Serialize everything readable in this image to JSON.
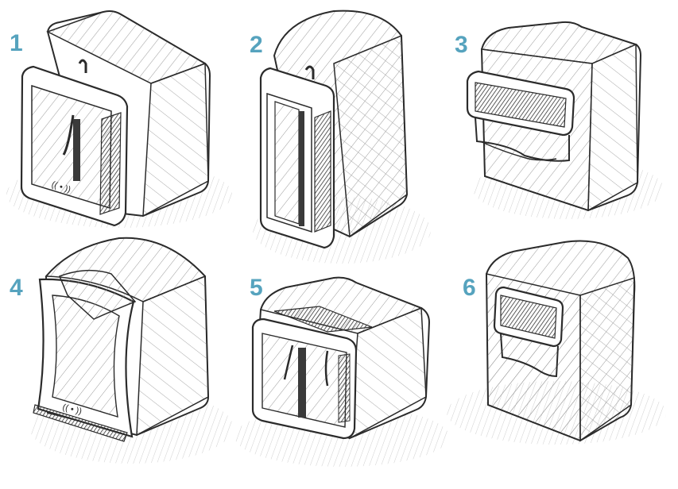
{
  "colors": {
    "label": "#56A3BE",
    "ink": "#2b2b2b",
    "hatch": "#9a9a9a",
    "shadow": "#d9d9d9",
    "dark": "#3a3a3a",
    "paper": "#ffffff"
  },
  "labels": [
    "1",
    "2",
    "3",
    "4",
    "5",
    "6"
  ],
  "icons": {
    "wireless": "(( • ))"
  }
}
